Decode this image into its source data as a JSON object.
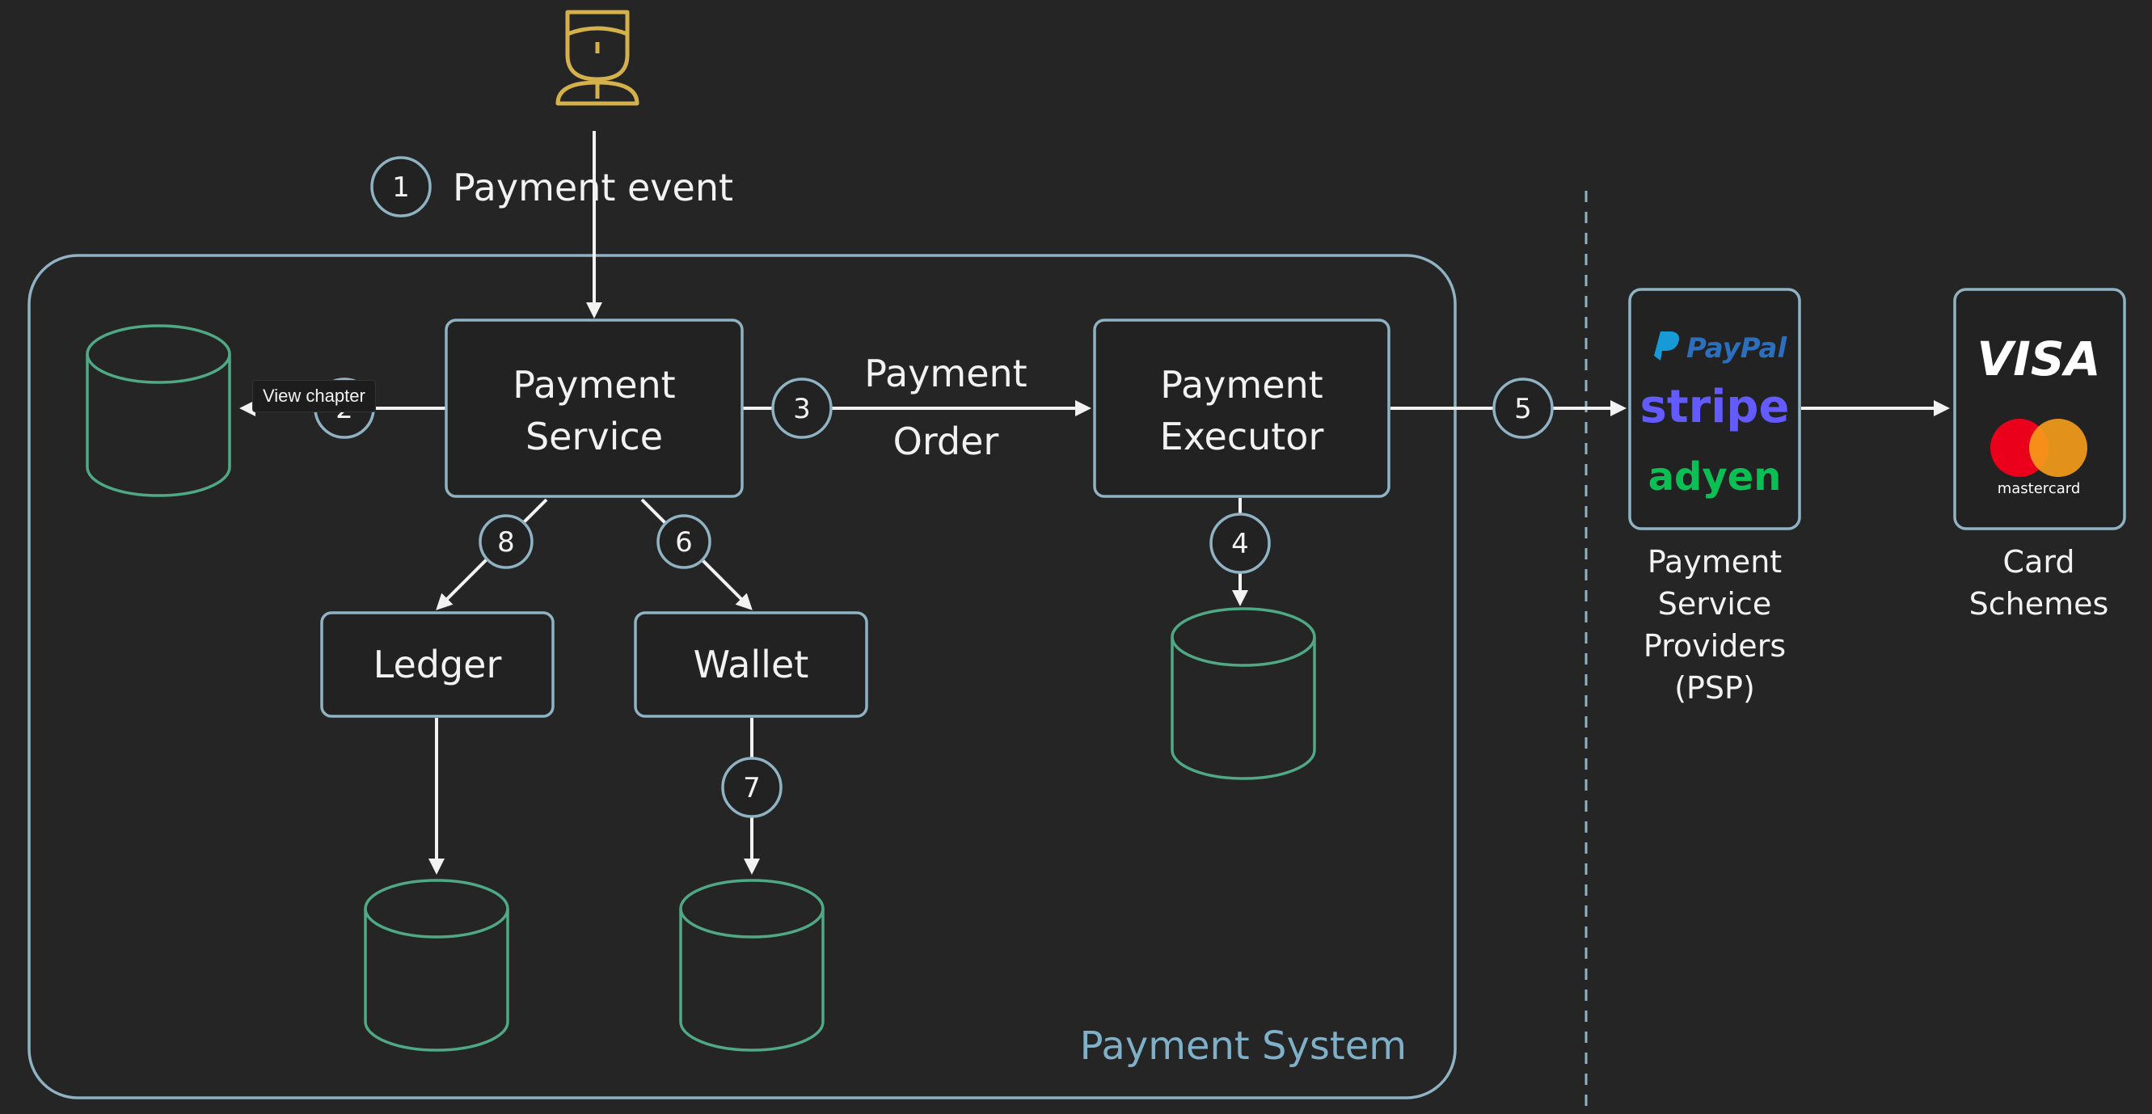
{
  "title": "Payment System",
  "nodes": {
    "payment_service": [
      "Payment",
      "Service"
    ],
    "payment_executor": [
      "Payment",
      "Executor"
    ],
    "ledger": "Ledger",
    "wallet": "Wallet"
  },
  "edges": {
    "payment_event": "Payment event",
    "payment_order": [
      "Payment",
      "Order"
    ]
  },
  "steps": [
    "1",
    "2",
    "3",
    "4",
    "5",
    "6",
    "7",
    "8"
  ],
  "psp": {
    "logos": [
      "PayPal",
      "stripe",
      "adyen"
    ],
    "caption": [
      "Payment",
      "Service",
      "Providers",
      "(PSP)"
    ]
  },
  "card_schemes": {
    "logos": [
      "VISA",
      "mastercard"
    ],
    "caption": [
      "Card",
      "Schemes"
    ]
  },
  "tooltip": "View chapter",
  "colors": {
    "background": "#252525",
    "box_stroke": "#8fb3c3",
    "db_stroke": "#4fa985",
    "user_icon": "#d4b14a",
    "paypal_dark": "#253b80",
    "paypal_light": "#179bd7",
    "stripe": "#635bff",
    "adyen": "#0abf53",
    "visa": "#ffffff",
    "mc_red": "#eb001b",
    "mc_orange": "#f79e1b",
    "system_label": "#7fb0c8"
  }
}
